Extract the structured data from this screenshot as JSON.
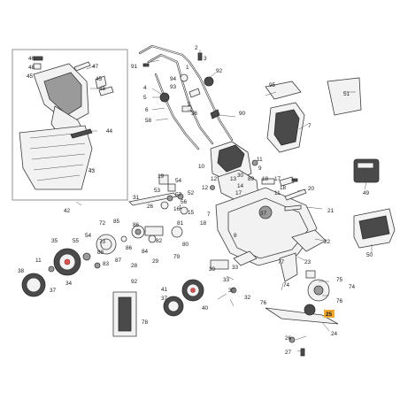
{
  "highlight_color": "#f0a830",
  "callouts": {
    "c1": "1",
    "c2": "2",
    "c3": "3",
    "c4": "4",
    "c5": "5",
    "c6": "6",
    "c7": "7",
    "c8": "8",
    "c9": "9",
    "c10": "10",
    "c11": "11",
    "c12": "12",
    "c13": "13",
    "c14": "14",
    "c15": "15",
    "c16": "16",
    "c17": "17",
    "c18": "18",
    "c19": "19",
    "c20": "20",
    "c21": "21",
    "c22": "22",
    "c23": "23",
    "c24": "24",
    "c25": "25",
    "c26": "26",
    "c27": "27",
    "c28": "28",
    "c29": "29",
    "c30": "30",
    "c31": "31",
    "c32": "32",
    "c33": "33",
    "c34": "34",
    "c35": "35",
    "c36": "36",
    "c37": "37",
    "c38": "38",
    "c39": "39",
    "c40": "40",
    "c41": "41",
    "c42": "42",
    "c43": "43",
    "c44": "44",
    "c45": "45",
    "c46": "46",
    "c47": "47",
    "c48": "48",
    "c49": "49",
    "c50": "50",
    "c51": "51",
    "c52": "52",
    "c53": "53",
    "c54": "54",
    "c55": "55",
    "c56": "56",
    "c57": "57",
    "c58": "58",
    "c72": "72",
    "c73": "73",
    "c74": "74",
    "c75": "75",
    "c76": "76",
    "c77": "77",
    "c78": "78",
    "c79": "79",
    "c80": "80",
    "c81": "81",
    "c82": "82",
    "c83": "83",
    "c84": "84",
    "c85": "85",
    "c86": "86",
    "c87": "87",
    "c88": "88",
    "c89": "89",
    "c90": "90",
    "c91": "91",
    "c92": "92",
    "c93": "93",
    "c94": "94",
    "c95": "95"
  }
}
